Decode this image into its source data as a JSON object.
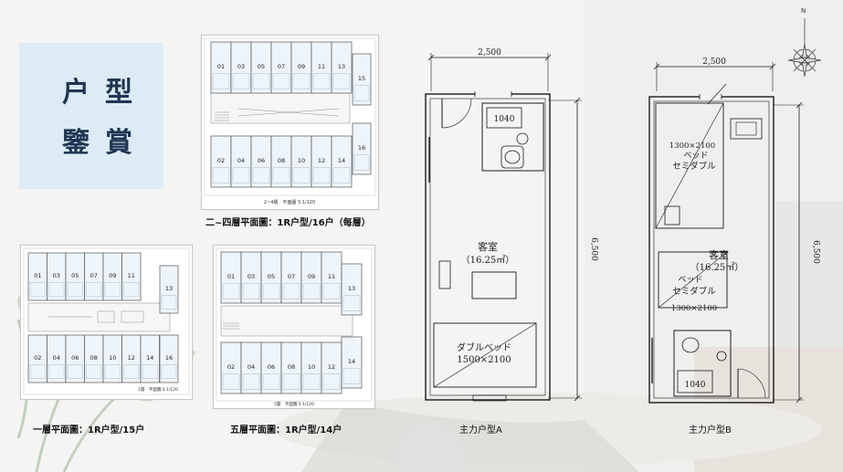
{
  "title": {
    "char1": "户",
    "char2": "型",
    "char3": "鑒",
    "char4": "賞"
  },
  "plans": {
    "floor2_4": {
      "caption": "二~四層平面圖：1R户型/16户（每層）",
      "sheet_label": "2~4層　平面圖 S 1/120",
      "top_units": [
        "01",
        "03",
        "05",
        "07",
        "09",
        "11",
        "13"
      ],
      "right_units": [
        "15",
        "16"
      ],
      "bottom_units": [
        "02",
        "04",
        "06",
        "08",
        "10",
        "12",
        "14"
      ]
    },
    "floor1": {
      "caption": "一層平面圖：1R户型/15户",
      "sheet_label": "1層　平面圖 S 1/120",
      "top_units": [
        "01",
        "03",
        "05",
        "07",
        "09",
        "11"
      ],
      "right_units": [
        "13",
        "16"
      ],
      "bottom_units": [
        "02",
        "04",
        "06",
        "08",
        "10",
        "12",
        "14"
      ]
    },
    "floor5": {
      "caption": "五層平面圖：1R户型/14户",
      "sheet_label": "5層　平面圖 S 1/120",
      "top_units": [
        "01",
        "03",
        "05",
        "07",
        "09",
        "11"
      ],
      "right_units": [
        "13",
        "14"
      ],
      "bottom_units": [
        "02",
        "04",
        "06",
        "08",
        "10",
        "12"
      ]
    }
  },
  "unit_a": {
    "caption": "主力户型A",
    "width_dim": "2,500",
    "height_dim": "6,500",
    "bath_label": "1040",
    "room_name": "客室",
    "room_area": "（16.25㎡）",
    "bed_name": "ダブルベッド",
    "bed_size": "1500×2100"
  },
  "unit_b": {
    "caption": "主力户型B",
    "width_dim": "2,500",
    "height_dim": "6,500",
    "bath_label": "1040",
    "room_name": "客室",
    "room_area": "（16.25㎡）",
    "bed1_size": "1300×2100",
    "bed1_line1": "ベッド",
    "bed1_line2": "セミダブル",
    "bed2_line1": "ベッド",
    "bed2_line2": "セミダブル",
    "bed2_size": "1300×2100"
  },
  "compass": {
    "north_label": "N"
  }
}
